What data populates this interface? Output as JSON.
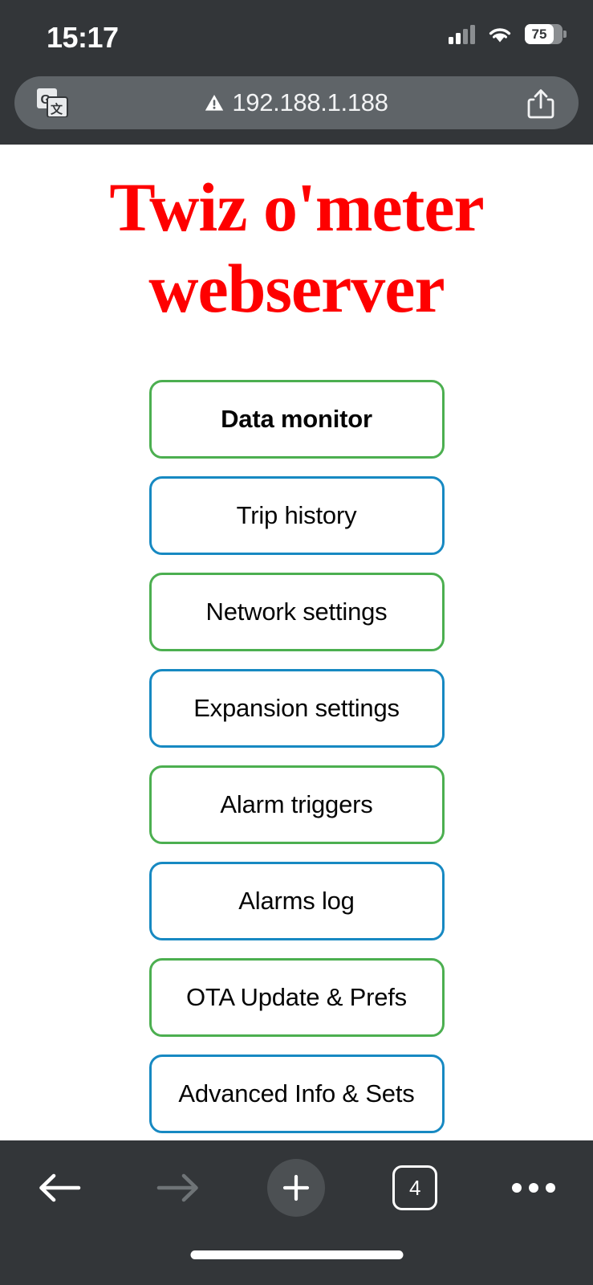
{
  "status_bar": {
    "time": "15:17",
    "cellular_icon": "cellular-signal-icon",
    "wifi_icon": "wifi-icon",
    "battery_percent": "75",
    "battery_icon": "battery-icon"
  },
  "url_bar": {
    "translate_icon": "google-translate-icon",
    "security_warning_icon": "not-secure-warning-icon",
    "url": "192.188.1.188",
    "share_icon": "share-icon"
  },
  "page": {
    "title": "Twiz o'meter webserver",
    "title_color": "#fe0000",
    "background_color": "#ffffff",
    "menu": [
      {
        "label": "Data monitor",
        "accent": "green",
        "accent_color": "#4caf50",
        "bold": true
      },
      {
        "label": "Trip history",
        "accent": "blue",
        "accent_color": "#1789c2",
        "bold": false
      },
      {
        "label": "Network settings",
        "accent": "green",
        "accent_color": "#4caf50",
        "bold": false
      },
      {
        "label": "Expansion settings",
        "accent": "blue",
        "accent_color": "#1789c2",
        "bold": false
      },
      {
        "label": "Alarm triggers",
        "accent": "green",
        "accent_color": "#4caf50",
        "bold": false
      },
      {
        "label": "Alarms log",
        "accent": "blue",
        "accent_color": "#1789c2",
        "bold": false
      },
      {
        "label": "OTA Update & Prefs",
        "accent": "green",
        "accent_color": "#4caf50",
        "bold": false
      },
      {
        "label": "Advanced Info & Sets",
        "accent": "blue",
        "accent_color": "#1789c2",
        "bold": false
      }
    ]
  },
  "toolbar": {
    "back_icon": "arrow-left-icon",
    "forward_icon": "arrow-right-icon",
    "new_tab_icon": "plus-icon",
    "tab_count": "4",
    "more_icon": "more-horizontal-icon"
  },
  "chrome_colors": {
    "chrome_background": "#333639",
    "url_pill": "#5f6468",
    "new_tab_circle": "#4c5053"
  }
}
